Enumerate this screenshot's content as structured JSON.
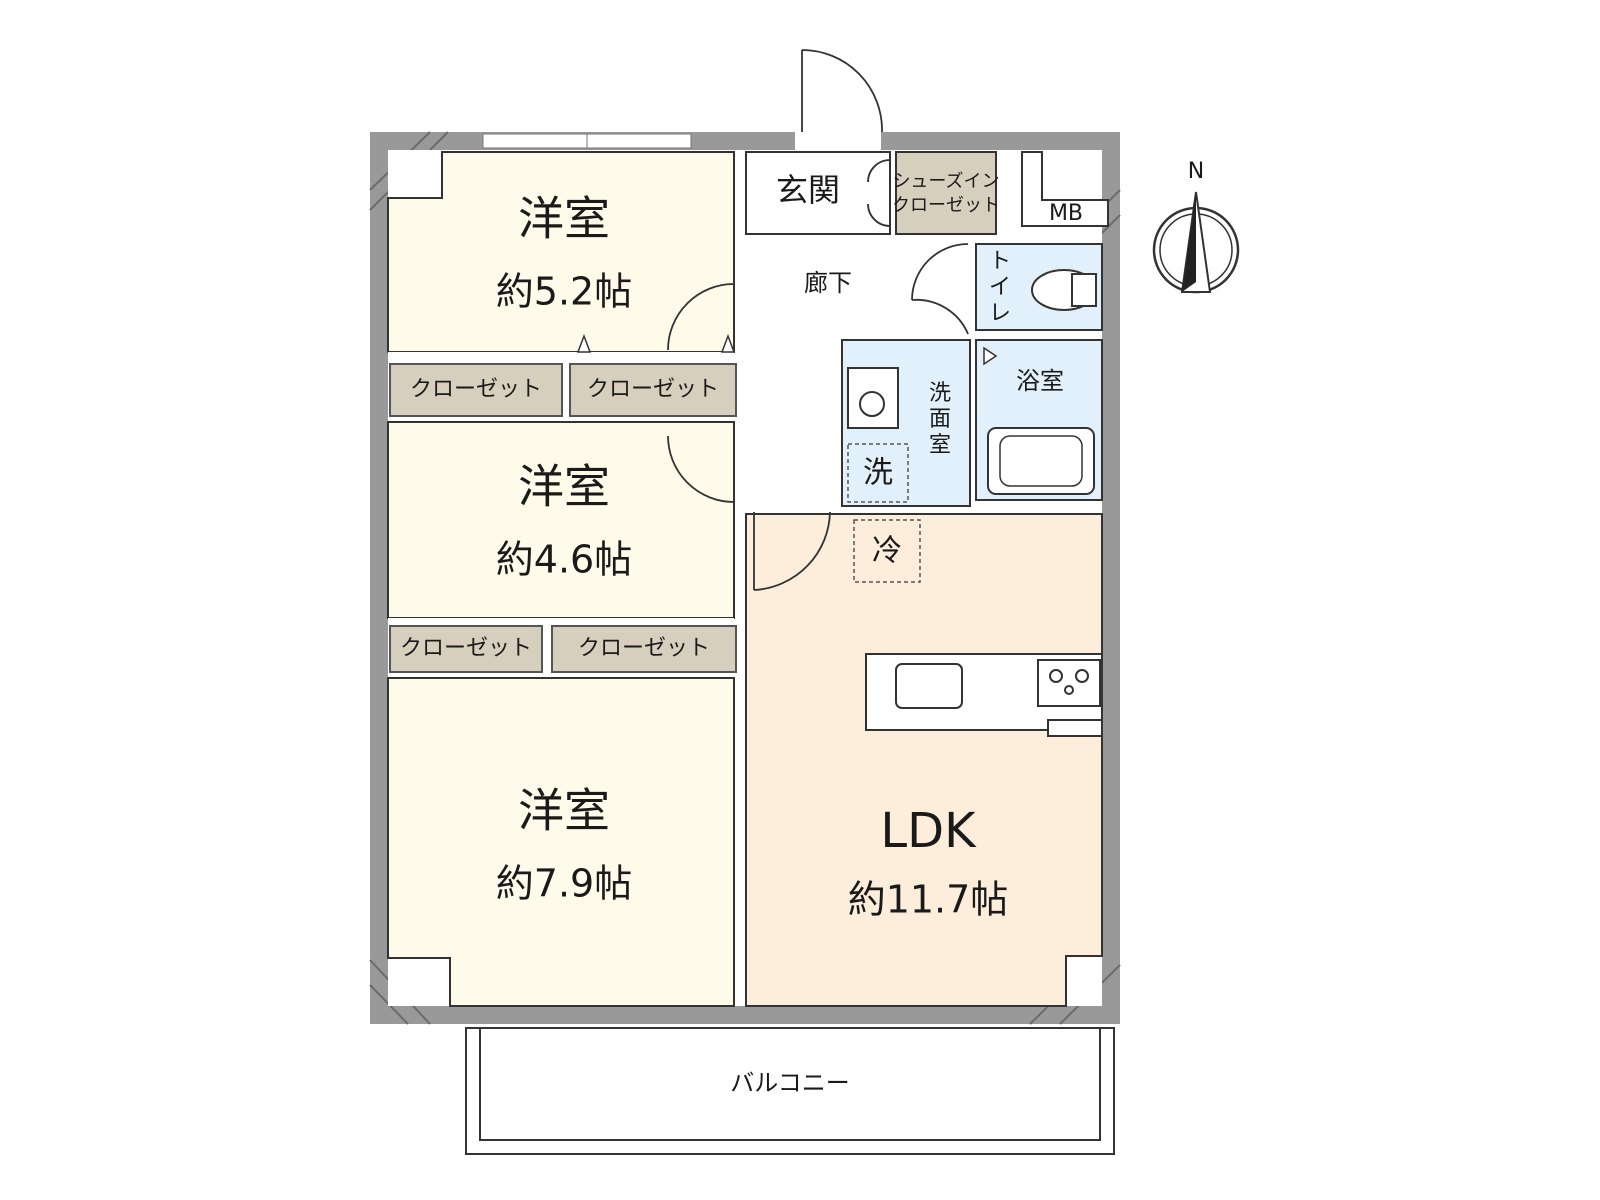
{
  "rooms": {
    "western1": {
      "name": "洋室",
      "area": "約5.2帖"
    },
    "western2": {
      "name": "洋室",
      "area": "約4.6帖"
    },
    "western3": {
      "name": "洋室",
      "area": "約7.9帖"
    },
    "ldk": {
      "name": "LDK",
      "area": "約11.7帖"
    },
    "entrance": "玄関",
    "shoe_closet_line1": "シューズイン",
    "shoe_closet_line2": "クローゼット",
    "mb": "MB",
    "hallway": "廊下",
    "toilet_chars": [
      "ト",
      "イ",
      "レ"
    ],
    "bathroom": "浴室",
    "washroom_chars": [
      "洗",
      "面",
      "室"
    ],
    "washer": "洗",
    "fridge": "冷",
    "balcony": "バルコニー"
  },
  "closets": [
    "クローゼット",
    "クローゼット",
    "クローゼット",
    "クローゼット"
  ],
  "compass": {
    "north": "N"
  },
  "colors": {
    "wall": "#999999",
    "western_room": "#fefbea",
    "ldk": "#fdeedb",
    "closet": "#d7cfbd",
    "wet_area": "#e1f0fa",
    "white": "#ffffff"
  }
}
